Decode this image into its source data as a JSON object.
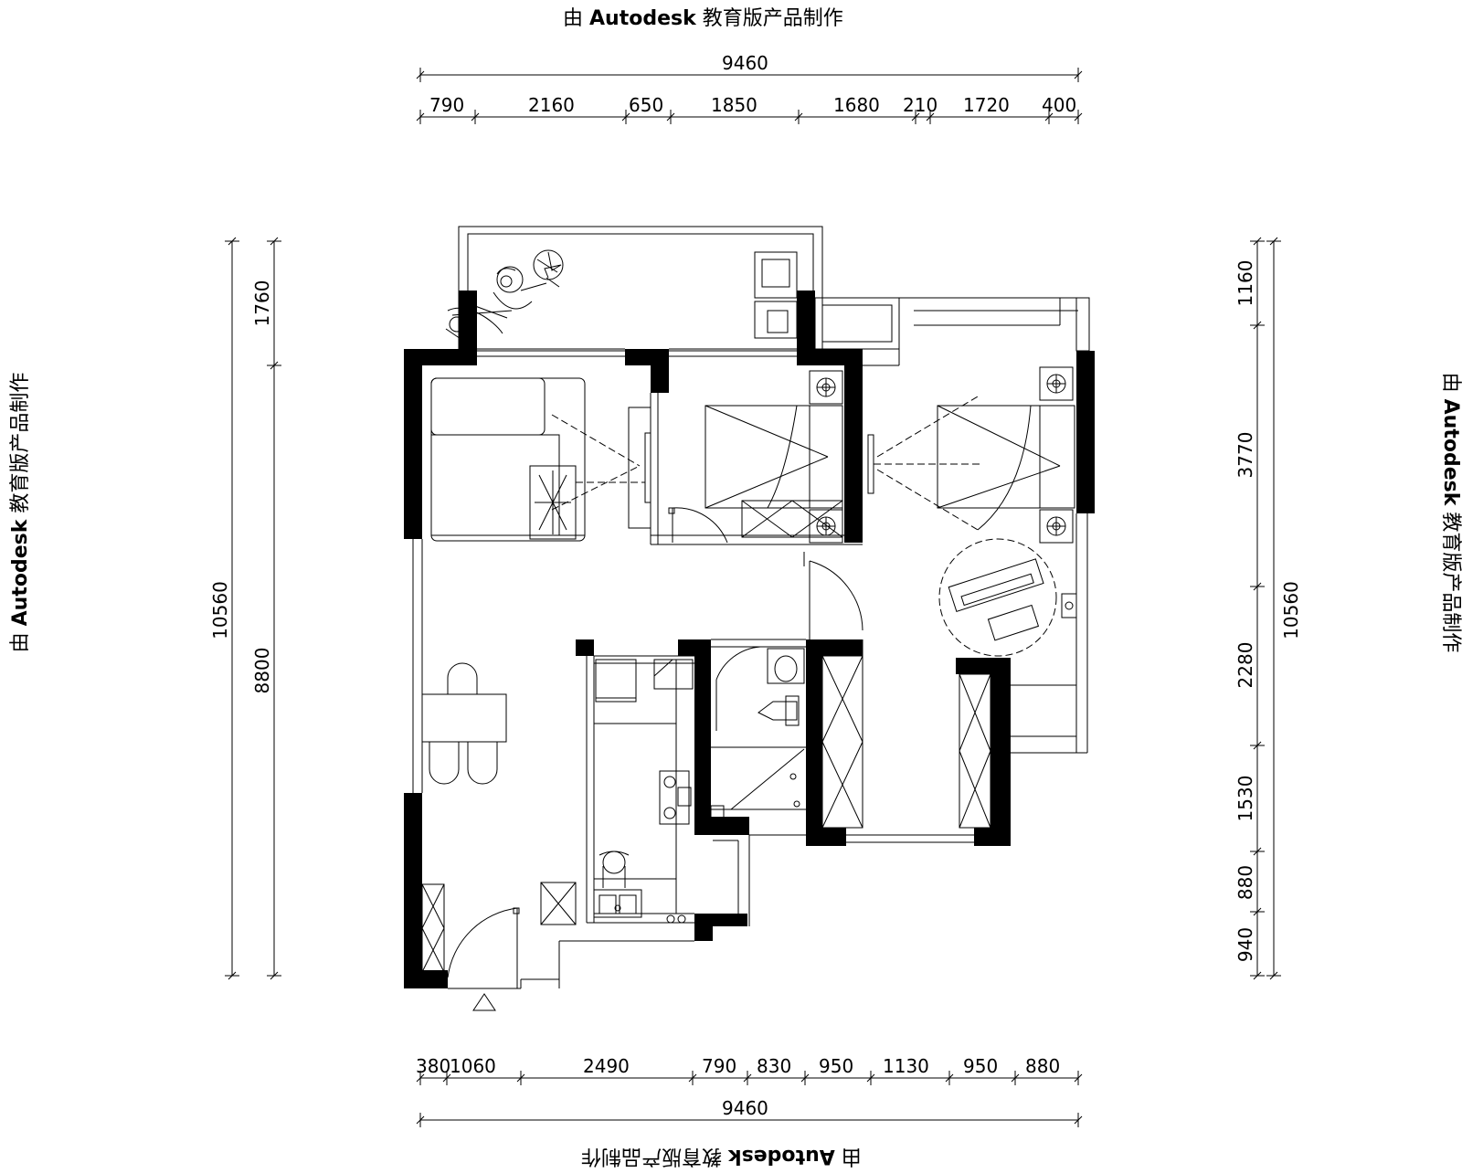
{
  "watermark": {
    "prefix": "由",
    "brand": "Autodesk",
    "suffix": "教育版产品制作"
  },
  "dimensions": {
    "top_total": "9460",
    "top_segments": [
      "790",
      "2160",
      "650",
      "1850",
      "1680",
      "210",
      "1720",
      "400"
    ],
    "bottom_segments": [
      "380",
      "1060",
      "2490",
      "790",
      "830",
      "950",
      "1130",
      "950",
      "880"
    ],
    "bottom_total": "9460",
    "left_outer_total": "10560",
    "left_inner": [
      "1760",
      "8800"
    ],
    "right_segments": [
      "1160",
      "3770",
      "2280",
      "1530",
      "880",
      "940"
    ],
    "right_outer_total": "10560"
  }
}
